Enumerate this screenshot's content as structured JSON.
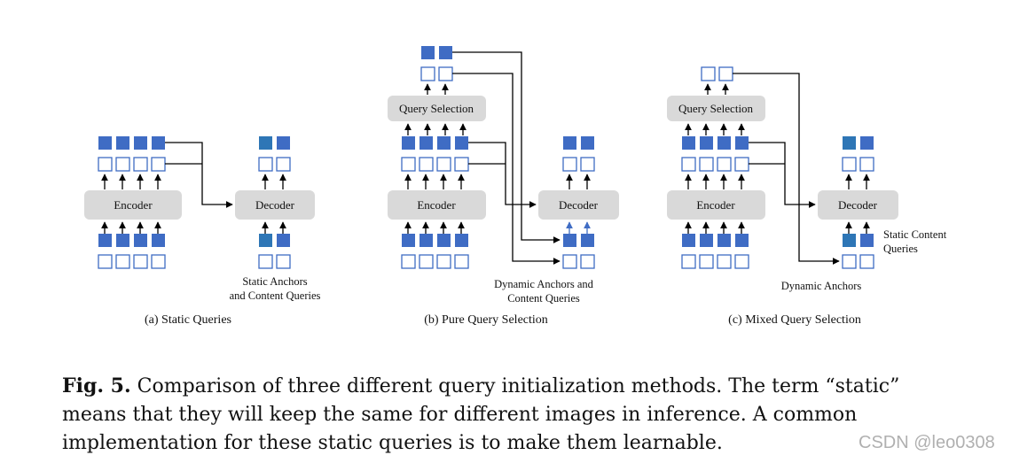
{
  "panels": [
    {
      "id": "a",
      "encoder_label": "Encoder",
      "decoder_label": "Decoder",
      "query_input_label": [
        "Static Anchors",
        "and Content Queries"
      ],
      "caption": "(a) Static Queries"
    },
    {
      "id": "b",
      "encoder_label": "Encoder",
      "decoder_label": "Decoder",
      "selection_label": "Query Selection",
      "query_input_label": [
        "Dynamic Anchors and",
        "Content Queries"
      ],
      "caption": "(b) Pure Query Selection"
    },
    {
      "id": "c",
      "encoder_label": "Encoder",
      "decoder_label": "Decoder",
      "selection_label": "Query Selection",
      "static_label": [
        "Static Content",
        "Queries"
      ],
      "dynamic_label": "Dynamic Anchors",
      "caption": "(c) Mixed Query Selection"
    }
  ],
  "figure_caption": {
    "prefix": "Fig. 5.",
    "text": "Comparison of three different query initialization methods. The term “static” means that they will keep the same for different images in inference. A common implementation for these static queries is to make them learnable."
  },
  "watermark": "CSDN @leo0308",
  "colors": {
    "filled_square": "#3f6cc4",
    "outline_square": "#3f6cc4",
    "box_fill": "#d9d9d9",
    "line": "#000000",
    "blue_arrow": "#3f6cc4"
  }
}
